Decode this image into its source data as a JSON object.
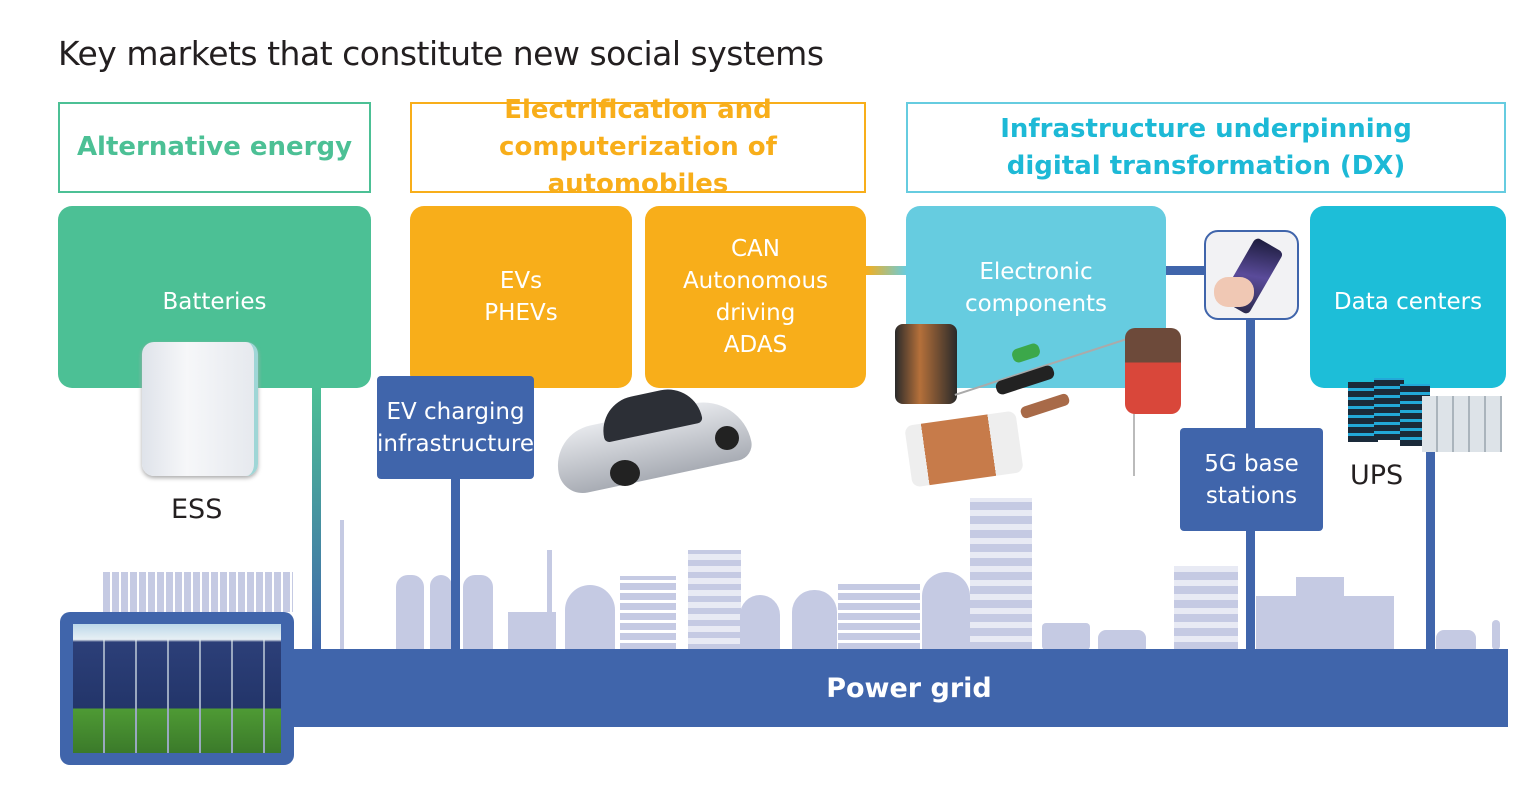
{
  "title": "Key markets that constitute new social systems",
  "categories": {
    "alternative_energy": "Alternative energy",
    "electrification": [
      "Electrification and",
      "computerization of automobiles"
    ],
    "infrastructure": [
      "Infrastructure underpinning",
      "digital transformation (DX)"
    ]
  },
  "markets": {
    "batteries": "Batteries",
    "evs": [
      "EVs",
      "PHEVs"
    ],
    "can": [
      "CAN",
      "Autonomous",
      "driving",
      "ADAS"
    ],
    "electronic_components": [
      "Electronic",
      "components"
    ],
    "data_centers": "Data centers",
    "ev_charging": [
      "EV charging",
      "infrastructure"
    ],
    "base_stations": [
      "5G base",
      "stations"
    ],
    "ess": "ESS",
    "ups": "UPS",
    "power_grid": "Power grid"
  },
  "colors": {
    "green": "#4cc095",
    "orange": "#f8ae1a",
    "light_blue": "#66cce0",
    "cyan": "#1dbed8",
    "navy": "#4065ab",
    "skyline": "#c5cae3"
  }
}
